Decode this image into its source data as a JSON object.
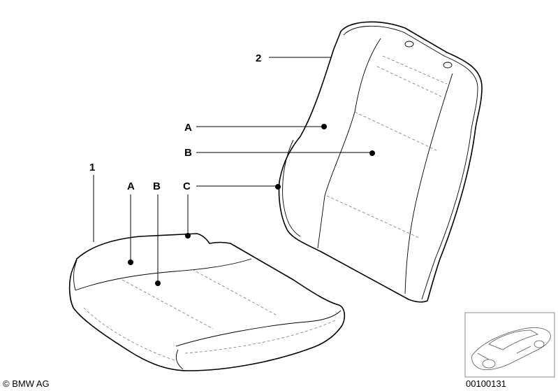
{
  "callouts": {
    "part1": "1",
    "part2": "2",
    "cushion_a": "A",
    "cushion_b": "B",
    "cushion_c": "C",
    "back_a": "A",
    "back_b": "B"
  },
  "footer": {
    "copyright": "© BMW AG",
    "diagram_number": "00100131"
  }
}
